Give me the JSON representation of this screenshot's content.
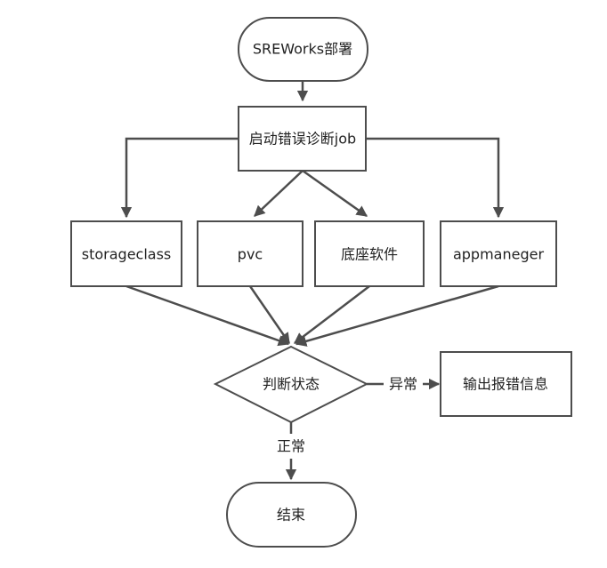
{
  "nodes": {
    "start": "SREWorks部署",
    "job": "启动错误诊断job",
    "storageclass": "storageclass",
    "pvc": "pvc",
    "base_software": "底座软件",
    "appmaneger": "appmaneger",
    "decision": "判断状态",
    "error_output": "输出报错信息",
    "end": "结束"
  },
  "edges": {
    "abnormal": "异常",
    "normal": "正常"
  },
  "colors": {
    "stroke": "#4d4d4d",
    "fill": "#ffffff",
    "text": "#222222"
  }
}
